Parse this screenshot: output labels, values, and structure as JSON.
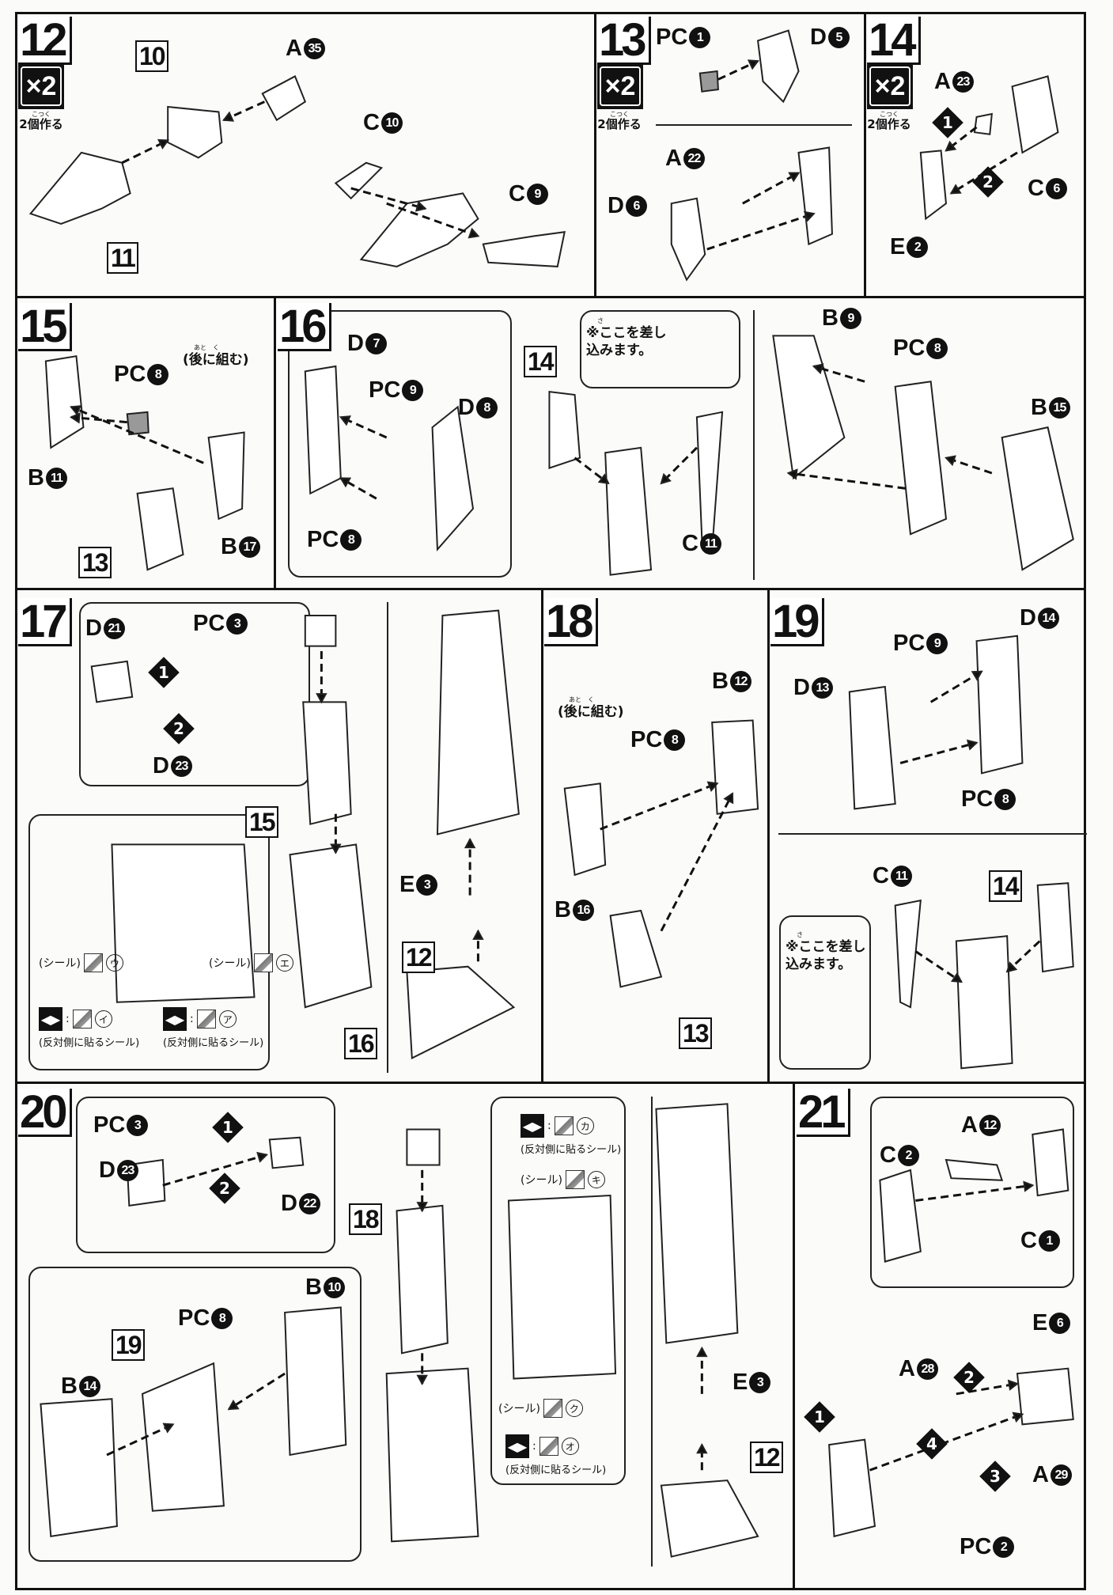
{
  "steps": [
    {
      "number": "12",
      "multiplier": "×2",
      "make_count": "2個作る",
      "make_ruby": "こつく",
      "parts": [
        {
          "letter": "A",
          "num": "35"
        },
        {
          "letter": "C",
          "num": "10"
        },
        {
          "letter": "C",
          "num": "9"
        }
      ],
      "boxed": [
        "10",
        "11"
      ],
      "diamonds": [],
      "notes": [],
      "stickers": []
    },
    {
      "number": "13",
      "multiplier": "×2",
      "make_count": "2個作る",
      "make_ruby": "こつく",
      "parts": [
        {
          "letter": "PC",
          "num": "1"
        },
        {
          "letter": "D",
          "num": "5"
        },
        {
          "letter": "A",
          "num": "22"
        },
        {
          "letter": "D",
          "num": "6"
        }
      ],
      "boxed": [],
      "diamonds": [],
      "notes": [],
      "stickers": []
    },
    {
      "number": "14",
      "multiplier": "×2",
      "make_count": "2個作る",
      "make_ruby": "こつく",
      "parts": [
        {
          "letter": "A",
          "num": "23"
        },
        {
          "letter": "C",
          "num": "6"
        },
        {
          "letter": "E",
          "num": "2"
        }
      ],
      "boxed": [],
      "diamonds": [
        "1",
        "2"
      ],
      "notes": [],
      "stickers": []
    },
    {
      "number": "15",
      "parts": [
        {
          "letter": "PC",
          "num": "8"
        },
        {
          "letter": "B",
          "num": "11"
        },
        {
          "letter": "B",
          "num": "17"
        }
      ],
      "boxed": [
        "13"
      ],
      "diamonds": [],
      "notes": [
        {
          "ruby": "あと　く",
          "text": "(後に組む)"
        }
      ],
      "stickers": []
    },
    {
      "number": "16",
      "parts": [
        {
          "letter": "D",
          "num": "7"
        },
        {
          "letter": "PC",
          "num": "9"
        },
        {
          "letter": "D",
          "num": "8"
        },
        {
          "letter": "PC",
          "num": "8"
        },
        {
          "letter": "C",
          "num": "11"
        },
        {
          "letter": "B",
          "num": "9"
        },
        {
          "letter": "PC",
          "num": "8"
        },
        {
          "letter": "B",
          "num": "15"
        }
      ],
      "boxed": [
        "14"
      ],
      "diamonds": [],
      "notes": [
        {
          "ruby": "さ",
          "text": "※ここを差し",
          "text2": "込みます。"
        }
      ],
      "stickers": []
    },
    {
      "number": "17",
      "parts": [
        {
          "letter": "D",
          "num": "21"
        },
        {
          "letter": "PC",
          "num": "3"
        },
        {
          "letter": "D",
          "num": "23"
        },
        {
          "letter": "E",
          "num": "3"
        }
      ],
      "boxed": [
        "15",
        "16",
        "12"
      ],
      "diamonds": [
        "1",
        "2"
      ],
      "notes": [],
      "stickers": [
        {
          "kind": "seal",
          "label": "(シール)",
          "kana": "ウ"
        },
        {
          "kind": "seal",
          "label": "(シール)",
          "kana": "エ"
        },
        {
          "kind": "flip",
          "label": "(反対側に貼るシール)",
          "kana": "イ"
        },
        {
          "kind": "flip",
          "label": "(反対側に貼るシール)",
          "kana": "ア"
        }
      ]
    },
    {
      "number": "18",
      "parts": [
        {
          "letter": "B",
          "num": "12"
        },
        {
          "letter": "PC",
          "num": "8"
        },
        {
          "letter": "B",
          "num": "16"
        }
      ],
      "boxed": [
        "13"
      ],
      "diamonds": [],
      "notes": [
        {
          "ruby": "あと　く",
          "text": "(後に組む)"
        }
      ],
      "stickers": []
    },
    {
      "number": "19",
      "parts": [
        {
          "letter": "PC",
          "num": "9"
        },
        {
          "letter": "D",
          "num": "13"
        },
        {
          "letter": "D",
          "num": "14"
        },
        {
          "letter": "PC",
          "num": "8"
        },
        {
          "letter": "C",
          "num": "11"
        }
      ],
      "boxed": [
        "14"
      ],
      "diamonds": [],
      "notes": [
        {
          "ruby": "さ",
          "text": "※ここを差し",
          "text2": "込みます。"
        }
      ],
      "stickers": []
    },
    {
      "number": "20",
      "parts": [
        {
          "letter": "PC",
          "num": "3"
        },
        {
          "letter": "D",
          "num": "23"
        },
        {
          "letter": "D",
          "num": "22"
        },
        {
          "letter": "PC",
          "num": "8"
        },
        {
          "letter": "B",
          "num": "10"
        },
        {
          "letter": "B",
          "num": "14"
        },
        {
          "letter": "E",
          "num": "3"
        }
      ],
      "boxed": [
        "18",
        "19",
        "12"
      ],
      "diamonds": [
        "1",
        "2"
      ],
      "notes": [],
      "stickers": [
        {
          "kind": "flip",
          "label": "(反対側に貼るシール)",
          "kana": "カ"
        },
        {
          "kind": "seal",
          "label": "(シール)",
          "kana": "キ"
        },
        {
          "kind": "seal",
          "label": "(シール)",
          "kana": "ク"
        },
        {
          "kind": "flip",
          "label": "(反対側に貼るシール)",
          "kana": "オ"
        }
      ]
    },
    {
      "number": "21",
      "parts": [
        {
          "letter": "A",
          "num": "12"
        },
        {
          "letter": "C",
          "num": "2"
        },
        {
          "letter": "C",
          "num": "1"
        },
        {
          "letter": "E",
          "num": "6"
        },
        {
          "letter": "A",
          "num": "28"
        },
        {
          "letter": "A",
          "num": "29"
        },
        {
          "letter": "PC",
          "num": "2"
        }
      ],
      "boxed": [],
      "diamonds": [
        "1",
        "2",
        "4",
        "3"
      ],
      "notes": [],
      "stickers": []
    }
  ]
}
